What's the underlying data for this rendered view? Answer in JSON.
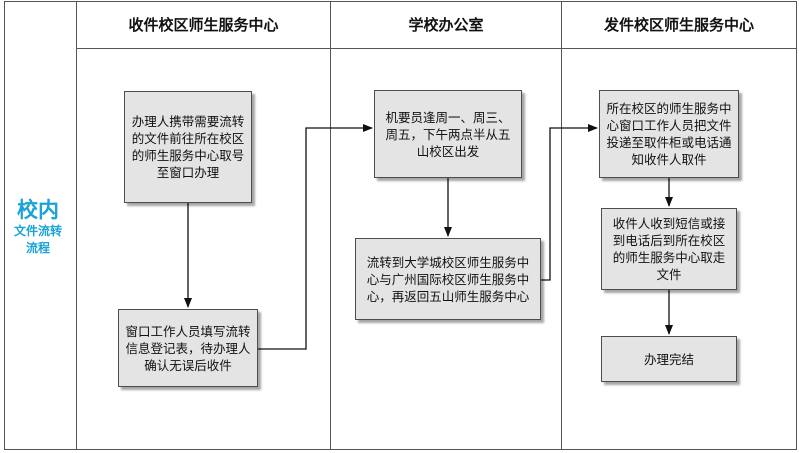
{
  "side": {
    "title": "校内",
    "subtitle": "文件流转流程"
  },
  "lanes": [
    {
      "id": "receiver",
      "title": "收件校区师生服务中心"
    },
    {
      "id": "office",
      "title": "学校办公室"
    },
    {
      "id": "sender",
      "title": "发件校区师生服务中心"
    }
  ],
  "nodes": {
    "n1": "办理人携带需要流转的文件前往所在校区的师生服务中心取号至窗口办理",
    "n2": "窗口工作人员填写流转信息登记表，待办理人确认无误后收件",
    "n3": "机要员逢周一、周三、周五，下午两点半从五山校区出发",
    "n4": "流转到大学城校区师生服务中心与广州国际校区师生服务中心，再返回五山师生服务中心",
    "n5": "所在校区的师生服务中心窗口工作人员把文件投递至取件柜或电话通知收件人取件",
    "n6": "收件人收到短信或接到电话后到所在校区的师生服务中心取走文件",
    "n7": "办理完结"
  },
  "colors": {
    "side_accent": "#1aa3d9",
    "box_fill": "#e4e4e4",
    "line": "#555555"
  }
}
